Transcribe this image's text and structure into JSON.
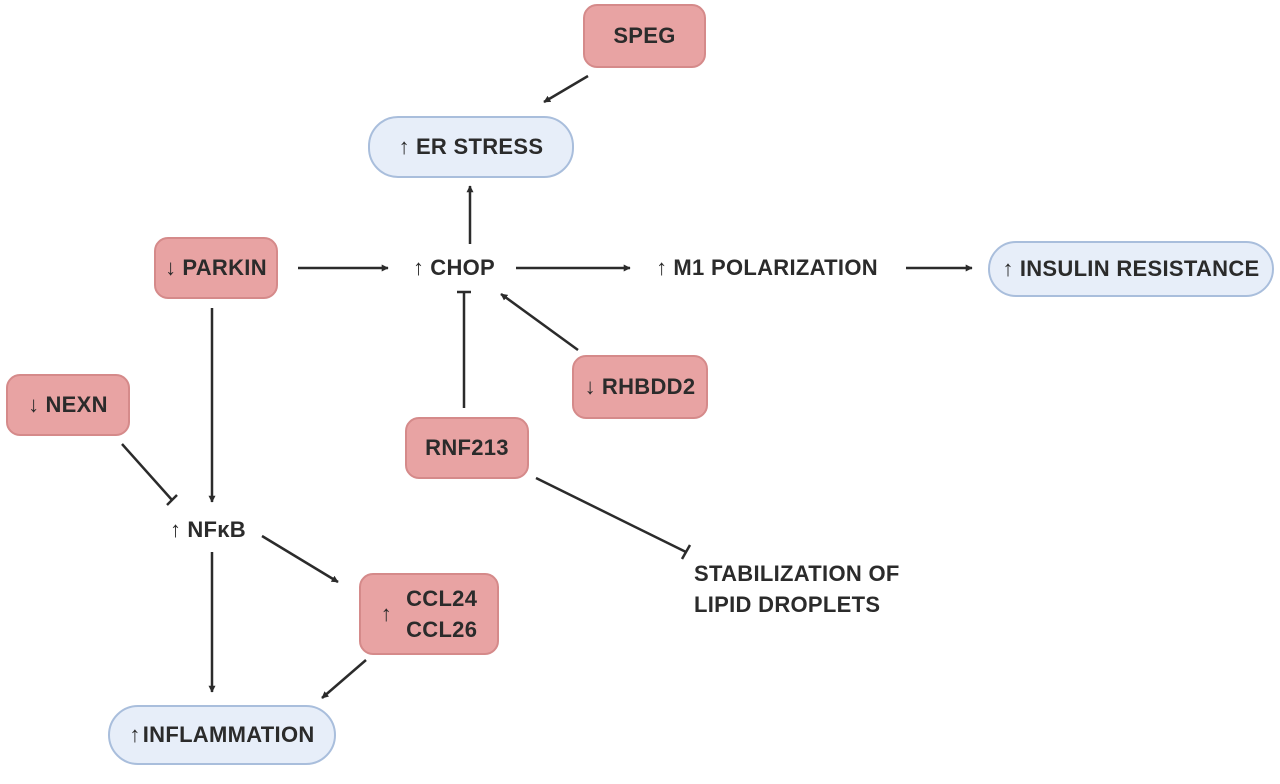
{
  "nodes": {
    "speg": {
      "label": "SPEG"
    },
    "er_stress": {
      "arrow": "↑",
      "label": "ER STRESS"
    },
    "parkin": {
      "arrow": "↓",
      "label": "PARKIN"
    },
    "chop": {
      "arrow": "↑",
      "label": "CHOP"
    },
    "m1_polarization": {
      "arrow": "↑",
      "label": "M1 POLARIZATION"
    },
    "insulin_resistance": {
      "arrow": "↑",
      "label": "INSULIN RESISTANCE"
    },
    "rhbdd2": {
      "arrow": "↓",
      "label": "RHBDD2"
    },
    "nexn": {
      "arrow": "↓",
      "label": "NEXN"
    },
    "rnf213": {
      "label": "RNF213"
    },
    "nfkb": {
      "arrow": "↑",
      "label": "NFκB"
    },
    "ccl": {
      "arrow": "↑",
      "line1": "CCL24",
      "line2": "CCL26"
    },
    "lipid": {
      "line1": "STABILIZATION OF",
      "line2": "LIPID DROPLETS"
    },
    "inflammation": {
      "arrow": "↑",
      "label": "INFLAMMATION"
    }
  },
  "edges": [
    {
      "from": "speg",
      "to": "er_stress",
      "type": "activation"
    },
    {
      "from": "chop",
      "to": "er_stress",
      "type": "activation"
    },
    {
      "from": "parkin",
      "to": "chop",
      "type": "activation"
    },
    {
      "from": "chop",
      "to": "m1_polarization",
      "type": "activation"
    },
    {
      "from": "m1_polarization",
      "to": "insulin_resistance",
      "type": "activation"
    },
    {
      "from": "rhbdd2",
      "to": "chop",
      "type": "activation"
    },
    {
      "from": "rnf213",
      "to": "chop",
      "type": "inhibition"
    },
    {
      "from": "parkin",
      "to": "nfkb",
      "type": "activation"
    },
    {
      "from": "nexn",
      "to": "nfkb",
      "type": "inhibition"
    },
    {
      "from": "nfkb",
      "to": "ccl",
      "type": "activation"
    },
    {
      "from": "nfkb",
      "to": "inflammation",
      "type": "activation"
    },
    {
      "from": "ccl",
      "to": "inflammation",
      "type": "activation"
    },
    {
      "from": "rnf213",
      "to": "lipid",
      "type": "inhibition"
    }
  ],
  "colors": {
    "gene_fill": "#e8a3a3",
    "gene_border": "#d58a8a",
    "outcome_fill": "#e7eef9",
    "outcome_border": "#a9bedc",
    "edge": "#2b2b2b"
  }
}
